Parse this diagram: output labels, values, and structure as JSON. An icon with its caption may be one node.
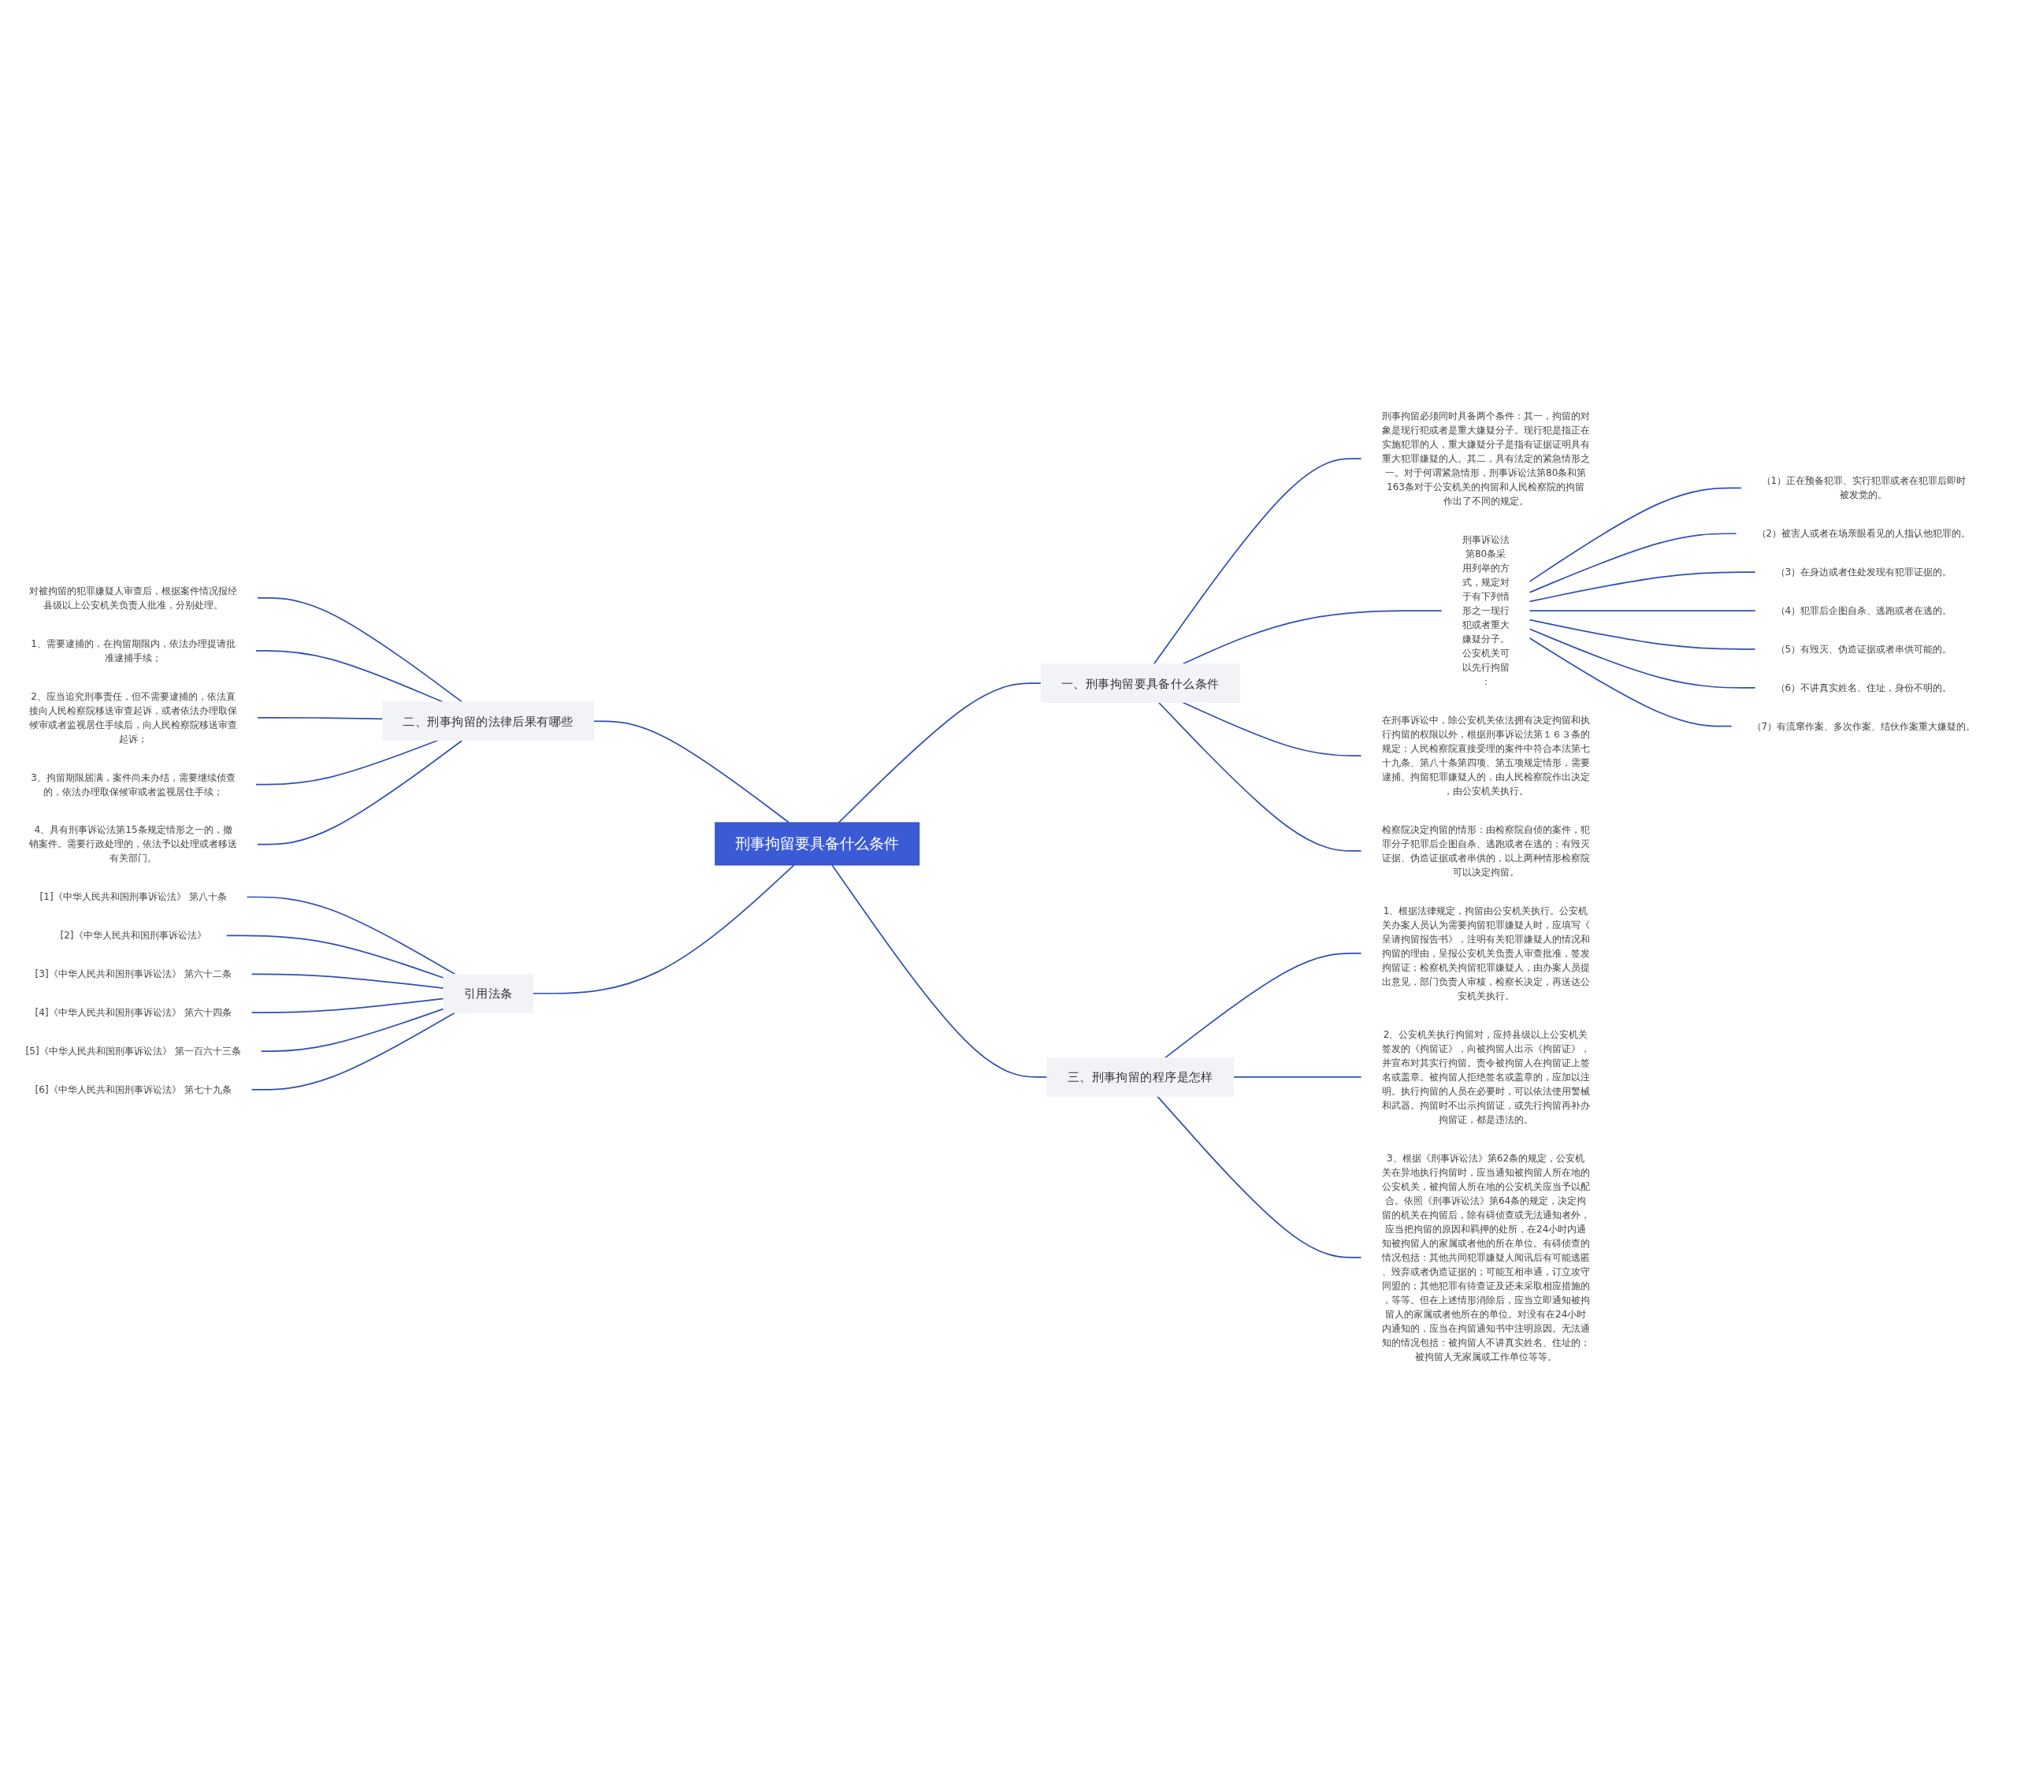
{
  "diagram": {
    "nodes": [
      {
        "text": [
          "刑事拘留要具备什么条件"
        ]
      },
      {
        "text": [
          "一、刑事拘留要具备什么条件"
        ]
      },
      {
        "text": [
          "刑事拘留必须同时具备两个条件：其一，拘留的对象是现行犯或者是重大嫌疑分子。现行犯是指正在实施犯罪的人，重大嫌疑分子是指有证据证明具有重大犯罪嫌疑的人。其二，具有法定的紧急情形之一。对于何谓紧急情形，刑事诉讼法第80条和第163条对于公安机关的拘留和人民检察院的拘留作出了不同的规定。"
        ]
      },
      {
        "text": [
          "刑事诉讼法第80条采用列举的方式，规定对于有下列情形之一现行犯或者重大嫌疑分子。公安机关可以先行拘留："
        ]
      },
      {
        "text": [
          "（1）正在预备犯罪、实行犯罪或者在犯罪后即时被发觉的。"
        ]
      },
      {
        "text": [
          "（2）被害人或者在场亲眼看见的人指认他犯罪的。"
        ]
      },
      {
        "text": [
          "（3）在身边或者住处发现有犯罪证据的。"
        ]
      },
      {
        "text": [
          "（4）犯罪后企图自杀、逃跑或者在逃的。"
        ]
      },
      {
        "text": [
          "（5）有毁灭、伪造证据或者串供可能的。"
        ]
      },
      {
        "text": [
          "（6）不讲真实姓名、住址，身份不明的。"
        ]
      },
      {
        "text": [
          "（7）有流窜作案、多次作案、结伙作案重大嫌疑的。"
        ]
      },
      {
        "text": [
          "在刑事诉讼中，除公安机关依法拥有决定拘留和执行拘留的权限以外，根据刑事诉讼法第１６３条的规定；人民检察院直接受理的案件中符合本法第七十九条、第八十条第四项、第五项规定情形，需要逮捕、拘留犯罪嫌疑人的，由人民检察院作出决定，由公安机关执行。"
        ]
      },
      {
        "text": [
          "检察院决定拘留的情形：由检察院自侦的案件，犯罪分子犯罪后企图自杀、逃跑或者在逃的；有毁灭证据、伪造证据或者串供的，以上两种情形检察院可以决定拘留。"
        ]
      },
      {
        "text": [
          "三、刑事拘留的程序是怎样"
        ]
      },
      {
        "text": [
          "1、根据法律规定，拘留由公安机关执行。公安机关办案人员认为需要拘留犯罪嫌疑人时，应填写《呈请拘留报告书》，注明有关犯罪嫌疑人的情况和拘留的理由，呈报公安机关负责人审查批准，签发拘留证；检察机关拘留犯罪嫌疑人，由办案人员提出意见，部门负责人审核，检察长决定，再送达公安机关执行。"
        ]
      },
      {
        "text": [
          "2、公安机关执行拘留对，应持县级以上公安机关签发的《拘留证》，向被拘留人出示《拘留证》，并宣布对其实行拘留。责令被拘留人在拘留证上签名或盖章。被拘留人拒绝签名或盖章的，应加以注明。执行拘留的人员在必要时，可以依法使用警械和武器。拘留时不出示拘留证，或先行拘留再补办拘留证，都是违法的。"
        ]
      },
      {
        "text": [
          "3、根据《刑事诉讼法》第62条的规定，公安机关在异地执行拘留时，应当通知被拘留人所在地的公安机关，被拘留人所在地的公安机关应当予以配合。依照《刑事诉讼法》第64条的规定，决定拘留的机关在拘留后，除有碍侦查或无法通知者外，应当把拘留的原因和羁押的处所，在24小时内通知被拘留人的家属或者他的所在单位。有碍侦查的情况包括：其他共同犯罪嫌疑人闻讯后有可能逃匿、毁弃或者伪造证据的；可能互相串通，订立攻守同盟的；其他犯罪有待查证及还未采取相应措施的，等等。但在上述情形消除后，应当立即通知被拘留人的家属或者他所在的单位。对没有在24小时内通知的，应当在拘留通知书中注明原因。无法通知的情况包括：被拘留人不讲真实姓名、住址的；被拘留人无家属或工作单位等等。"
        ]
      },
      {
        "text": [
          "二、刑事拘留的法律后果有哪些"
        ]
      },
      {
        "text": [
          "对被拘留的犯罪嫌疑人审查后，根据案件情况报经县级以上公安机关负责人批准，分别处理。"
        ]
      },
      {
        "text": [
          "1、需要逮捕的，在拘留期限内，依法办理提请批准逮捕手续；"
        ]
      },
      {
        "text": [
          "2、应当追究刑事责任，但不需要逮捕的，依法直接向人民检察院移送审查起诉，或者依法办理取保候审或者监视居住手续后，向人民检察院移送审查起诉；"
        ]
      },
      {
        "text": [
          "3、拘留期限届满，案件尚未办结，需要继续侦查的，依法办理取保候审或者监视居住手续；"
        ]
      },
      {
        "text": [
          "4、具有刑事诉讼法第15条规定情形之一的，撤销案件。需要行政处理的，依法予以处理或者移送有关部门。"
        ]
      },
      {
        "text": [
          "引用法条"
        ]
      },
      {
        "text": [
          "[1]《中华人民共和国刑事诉讼法》 第八十条"
        ]
      },
      {
        "text": [
          "[2]《中华人民共和国刑事诉讼法》"
        ]
      },
      {
        "text": [
          "[3]《中华人民共和国刑事诉讼法》 第六十二条"
        ]
      },
      {
        "text": [
          "[4]《中华人民共和国刑事诉讼法》 第六十四条"
        ]
      },
      {
        "text": [
          "[5]《中华人民共和国刑事诉讼法》 第一百六十三条"
        ]
      },
      {
        "text": [
          "[6]《中华人民共和国刑事诉讼法》 第七十九条"
        ]
      }
    ],
    "edges": [
      {
        "from": 0,
        "to": 1,
        "arrow": "none"
      },
      {
        "from": 1,
        "to": 2,
        "arrow": "none"
      },
      {
        "from": 1,
        "to": 3,
        "arrow": "none"
      },
      {
        "from": 3,
        "to": 4,
        "arrow": "none"
      },
      {
        "from": 3,
        "to": 5,
        "arrow": "none"
      },
      {
        "from": 3,
        "to": 6,
        "arrow": "none"
      },
      {
        "from": 3,
        "to": 7,
        "arrow": "none"
      },
      {
        "from": 3,
        "to": 8,
        "arrow": "none"
      },
      {
        "from": 3,
        "to": 9,
        "arrow": "none"
      },
      {
        "from": 3,
        "to": 10,
        "arrow": "none"
      },
      {
        "from": 1,
        "to": 11,
        "arrow": "none"
      },
      {
        "from": 1,
        "to": 12,
        "arrow": "none"
      },
      {
        "from": 0,
        "to": 13,
        "arrow": "none"
      },
      {
        "from": 13,
        "to": 14,
        "arrow": "none"
      },
      {
        "from": 13,
        "to": 15,
        "arrow": "none"
      },
      {
        "from": 13,
        "to": 16,
        "arrow": "none"
      },
      {
        "from": 17,
        "to": 0,
        "arrow": "none"
      },
      {
        "from": 18,
        "to": 17,
        "arrow": "none"
      },
      {
        "from": 19,
        "to": 17,
        "arrow": "none"
      },
      {
        "from": 20,
        "to": 17,
        "arrow": "none"
      },
      {
        "from": 21,
        "to": 17,
        "arrow": "none"
      },
      {
        "from": 22,
        "to": 17,
        "arrow": "none"
      },
      {
        "from": 23,
        "to": 0,
        "arrow": "none"
      },
      {
        "from": 24,
        "to": 23,
        "arrow": "none"
      },
      {
        "from": 25,
        "to": 23,
        "arrow": "none"
      },
      {
        "from": 26,
        "to": 23,
        "arrow": "none"
      },
      {
        "from": 27,
        "to": 23,
        "arrow": "none"
      },
      {
        "from": 28,
        "to": 23,
        "arrow": "none"
      },
      {
        "from": 29,
        "to": 23,
        "arrow": "none"
      }
    ]
  }
}
